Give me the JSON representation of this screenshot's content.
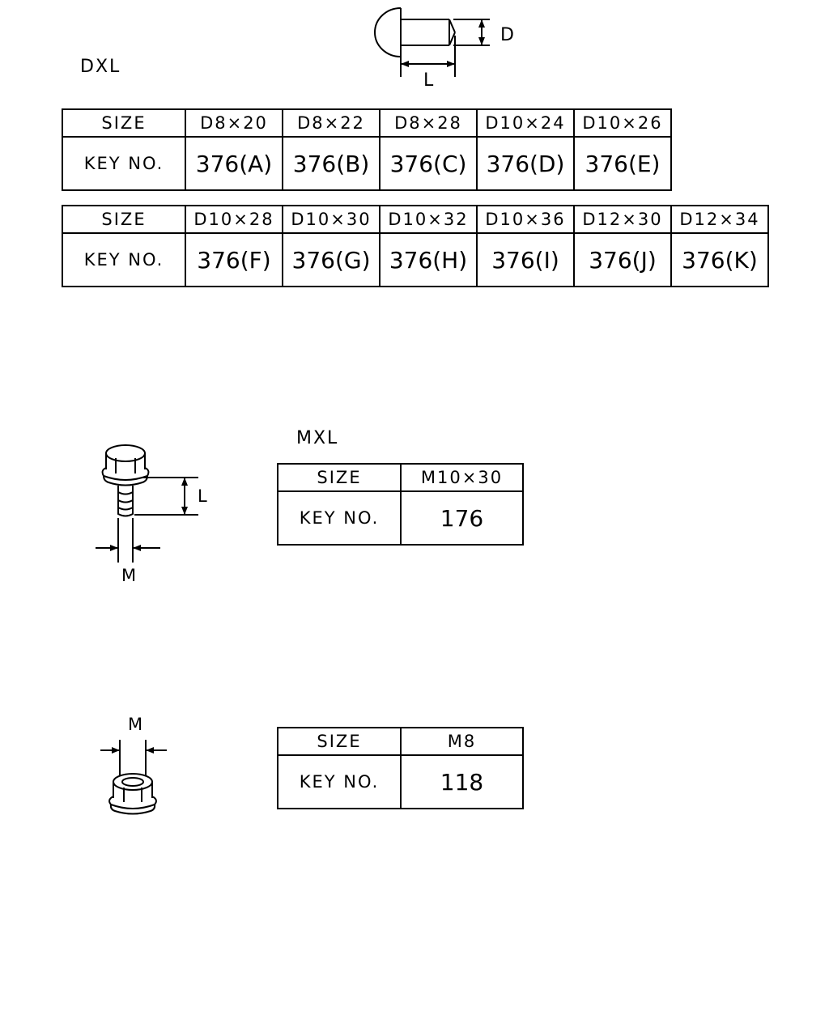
{
  "sections": [
    {
      "title": "DXL",
      "figure_labels": {
        "diameter": "D",
        "length": "L"
      },
      "tables": [
        {
          "row1_label": "SIZE",
          "row2_label": "KEY NO.",
          "sizes": [
            "D8×20",
            "D8×22",
            "D8×28",
            "D10×24",
            "D10×26"
          ],
          "keys": [
            "376(A)",
            "376(B)",
            "376(C)",
            "376(D)",
            "376(E)"
          ]
        },
        {
          "row1_label": "SIZE",
          "row2_label": "KEY NO.",
          "sizes": [
            "D10×28",
            "D10×30",
            "D10×32",
            "D10×36",
            "D12×30",
            "D12×34"
          ],
          "keys": [
            "376(F)",
            "376(G)",
            "376(H)",
            "376(I)",
            "376(J)",
            "376(K)"
          ]
        }
      ]
    },
    {
      "title": "MXL",
      "figure_labels": {
        "length": "L",
        "thread": "M"
      },
      "tables": [
        {
          "row1_label": "SIZE",
          "row2_label": "KEY NO.",
          "sizes": [
            "M10×30"
          ],
          "keys": [
            "176"
          ]
        }
      ]
    },
    {
      "title": "",
      "figure_labels": {
        "thread": "M"
      },
      "tables": [
        {
          "row1_label": "SIZE",
          "row2_label": "KEY NO.",
          "sizes": [
            "M8"
          ],
          "keys": [
            "118"
          ]
        }
      ]
    }
  ]
}
